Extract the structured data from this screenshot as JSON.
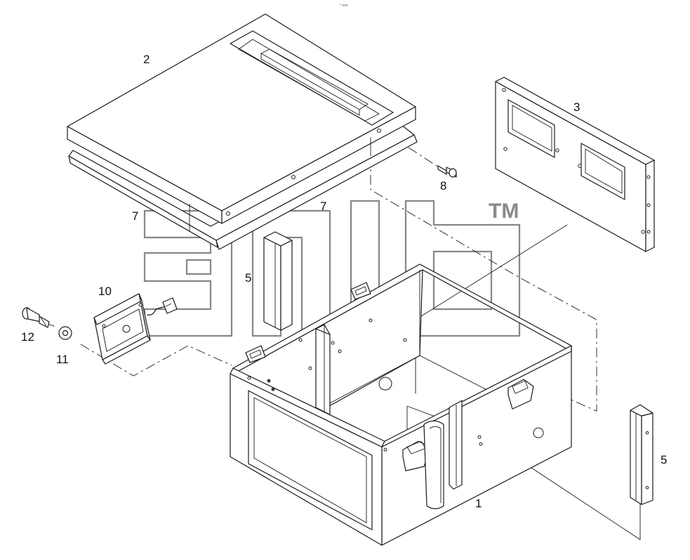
{
  "diagram": {
    "callouts": [
      {
        "id": "lid",
        "label": "2"
      },
      {
        "id": "front-panel",
        "label": "3"
      },
      {
        "id": "screw-8",
        "label": "8"
      },
      {
        "id": "gasket-left",
        "label": "7"
      },
      {
        "id": "gasket-right",
        "label": "7"
      },
      {
        "id": "rail-center",
        "label": "5"
      },
      {
        "id": "rail-right",
        "label": "5"
      },
      {
        "id": "module",
        "label": "10"
      },
      {
        "id": "bolt",
        "label": "12"
      },
      {
        "id": "washer",
        "label": "11"
      },
      {
        "id": "box",
        "label": "1"
      }
    ],
    "watermark": {
      "tm": "TM"
    },
    "top_mark": "⁰ ooo"
  }
}
